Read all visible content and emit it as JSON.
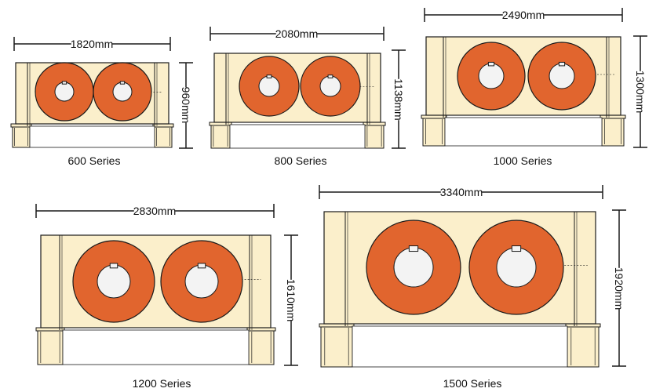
{
  "colors": {
    "panel_fill": "#FBEFCB",
    "rotor_fill": "#E1652E",
    "hub_fill": "#F3F3F3",
    "outline": "#1A1A1A",
    "background": "#FFFFFF"
  },
  "units": [
    {
      "id": "600",
      "series_label": "600 Series",
      "width_label": "1820mm",
      "height_label": "960mm"
    },
    {
      "id": "800",
      "series_label": "800 Series",
      "width_label": "2080mm",
      "height_label": "1138mm"
    },
    {
      "id": "1000",
      "series_label": "1000 Series",
      "width_label": "2490mm",
      "height_label": "1300mm"
    },
    {
      "id": "1200",
      "series_label": "1200 Series",
      "width_label": "2830mm",
      "height_label": "1610mm"
    },
    {
      "id": "1500",
      "series_label": "1500 Series",
      "width_label": "3340mm",
      "height_label": "1920mm"
    }
  ]
}
